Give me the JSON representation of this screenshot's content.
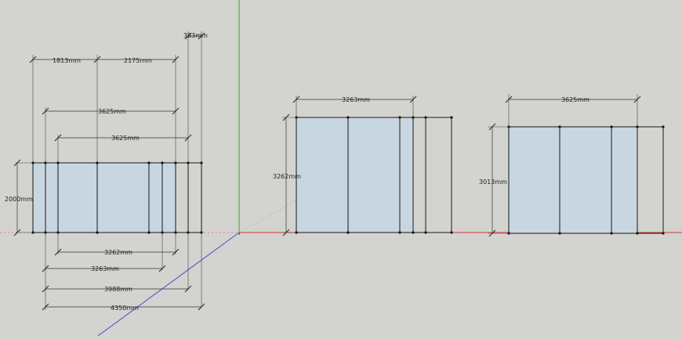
{
  "colors": {
    "background": "#d3d3cf",
    "face": "#c7d6e0",
    "edge": "#1a1a1a",
    "axis_red": "#d33a3a",
    "axis_green": "#3aa33a",
    "axis_blue": "#4a4ad0",
    "dimension_line": "#333333"
  },
  "model_left": {
    "dims": {
      "top_small": "363mm",
      "top_a": "1813mm",
      "top_b": "2175mm",
      "upper_1": "3625mm",
      "upper_2": "3625mm",
      "height": "2000mm",
      "lower_1": "3262mm",
      "lower_2": "3263mm",
      "lower_3": "3988mm",
      "lower_4": "4350mm"
    }
  },
  "model_middle": {
    "dims": {
      "top": "3263mm",
      "height": "3262mm"
    }
  },
  "model_right": {
    "dims": {
      "top": "3625mm",
      "height": "3013mm"
    }
  }
}
